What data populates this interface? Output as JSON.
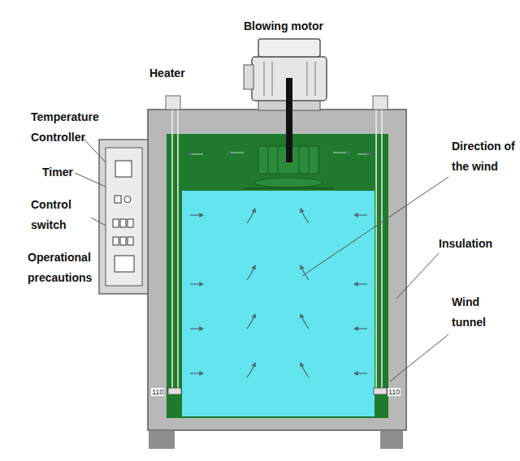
{
  "diagram": {
    "labels": [
      "Blowing motor",
      "Heater",
      "Temperature Controller",
      "Timer",
      "Direction of the wind",
      "Control switch",
      "Insulation",
      "Operational precautions",
      "Wind tunnel",
      "110",
      "110"
    ]
  }
}
